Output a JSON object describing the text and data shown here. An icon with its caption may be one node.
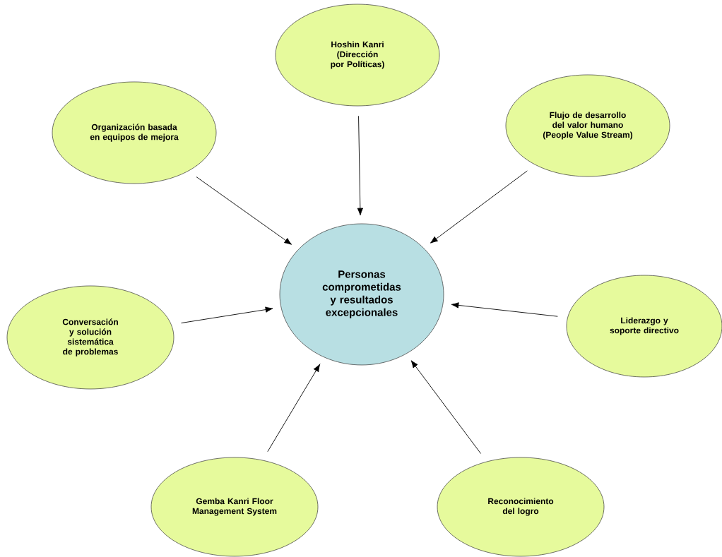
{
  "diagram": {
    "nodes": [
      {
        "text": [
          "Hoshin Kanri (Dirección por Políticas)"
        ]
      },
      {
        "text": [
          "Organización basada en equipos de mejora"
        ]
      },
      {
        "text": [
          "Flujo de desarrollo del valor humano (People Value Stream)"
        ]
      },
      {
        "text": [
          "Personas comprometidas y resultados excepcionales"
        ]
      },
      {
        "text": [
          "Conversación y solución sistemática de problemas"
        ]
      },
      {
        "text": [
          "Liderazgo y soporte directivo"
        ]
      },
      {
        "text": [
          "Gemba Kanri Floor Management System"
        ]
      },
      {
        "text": [
          "Reconocimiento del logro"
        ]
      }
    ],
    "edges": [
      {
        "from": 0,
        "to": 3,
        "arrow": "to"
      },
      {
        "from": 1,
        "to": 3,
        "arrow": "to"
      },
      {
        "from": 2,
        "to": 3,
        "arrow": "to"
      },
      {
        "from": 4,
        "to": 3,
        "arrow": "to"
      },
      {
        "from": 5,
        "to": 3,
        "arrow": "to"
      },
      {
        "from": 6,
        "to": 3,
        "arrow": "to"
      },
      {
        "from": 7,
        "to": 3,
        "arrow": "to"
      }
    ]
  }
}
